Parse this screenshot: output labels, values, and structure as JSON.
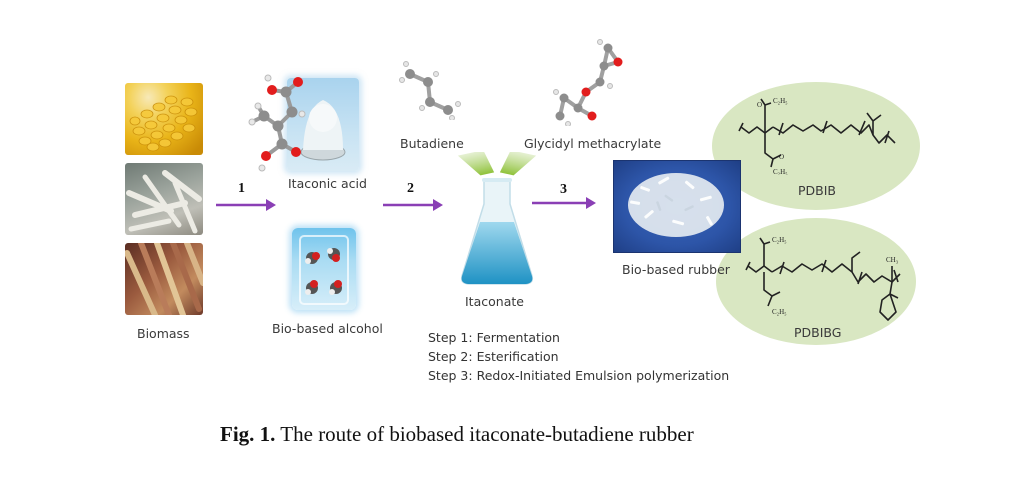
{
  "figure": {
    "caption_prefix": "Fig. 1.",
    "caption_text": " The route of biobased itaconate-butadiene rubber"
  },
  "colors": {
    "arrow": "#8a3fb5",
    "ellipse_fill": "#d9e7c2",
    "flask_liquid": "#3aa6d0",
    "funnel_green": "#a8cc66",
    "rubber_bg": "#2d55a8"
  },
  "biomass": {
    "label": "Biomass",
    "images": [
      "corn-image",
      "cassava-image",
      "sugarcane-image"
    ]
  },
  "steps": [
    {
      "number": "1"
    },
    {
      "number": "2"
    },
    {
      "number": "3"
    }
  ],
  "itaconic_acid": {
    "label": "Itaconic acid"
  },
  "bio_alcohol": {
    "label": "Bio-based alcohol"
  },
  "butadiene": {
    "label": "Butadiene"
  },
  "glycidyl": {
    "label": "Glycidyl methacrylate"
  },
  "itaconate": {
    "label": "Itaconate"
  },
  "rubber": {
    "label": "Bio-based rubber"
  },
  "products": [
    {
      "label": "PDBIB",
      "substituent": "C₂H₅"
    },
    {
      "label": "PDBIBG",
      "substituent": "C₂H₅",
      "methyl": "CH₃"
    }
  ],
  "legend": [
    "Step 1: Fermentation",
    "Step 2: Esterification",
    "Step 3: Redox-Initiated Emulsion polymerization"
  ]
}
